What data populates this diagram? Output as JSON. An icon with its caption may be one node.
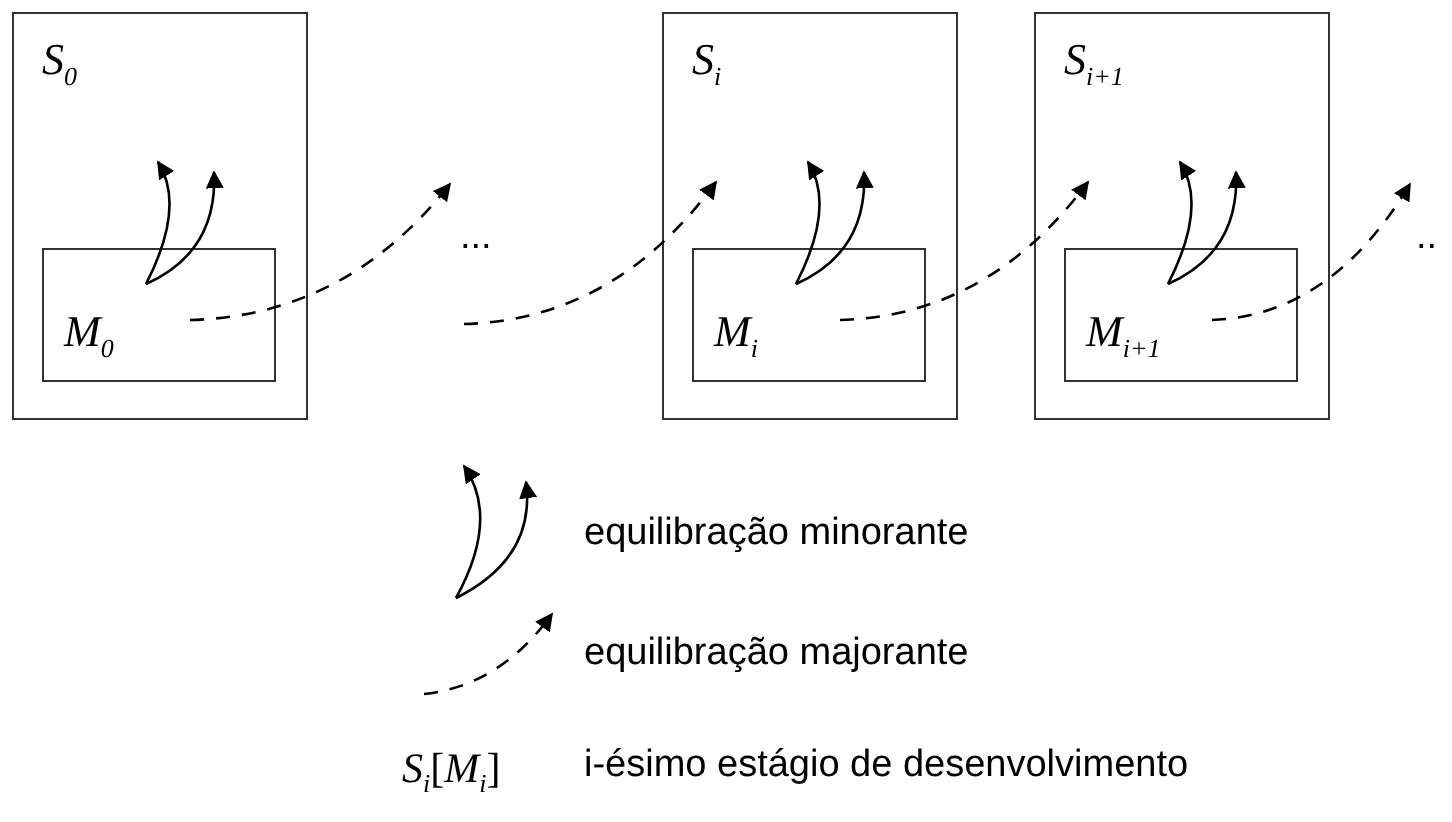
{
  "diagram": {
    "nodes": [
      {
        "text": [
          "*S*$_{0}$"
        ]
      },
      {
        "text": [
          "*M*$_{0}$"
        ],
        "in": 0
      },
      {
        "text": [
          "*S*$_{i}$"
        ]
      },
      {
        "text": [
          "*M*$_{i}$"
        ],
        "in": 2
      },
      {
        "text": [
          "*S*$_{i+1}$"
        ]
      },
      {
        "text": [
          "*M*$_{i+1}$"
        ],
        "in": 4
      }
    ],
    "edges": [
      {
        "from": 1,
        "to": null,
        "arrow": "to"
      },
      {
        "from": 1,
        "to": null,
        "arrow": "to"
      },
      {
        "from": 1,
        "to": null,
        "arrow": "to",
        "style": "dashed"
      },
      {
        "from": null,
        "to": 2,
        "arrow": "to",
        "style": "dashed"
      },
      {
        "from": 3,
        "to": null,
        "arrow": "to"
      },
      {
        "from": 3,
        "to": null,
        "arrow": "to"
      },
      {
        "from": 3,
        "to": 4,
        "arrow": "to",
        "style": "dashed"
      },
      {
        "from": 5,
        "to": null,
        "arrow": "to"
      },
      {
        "from": 5,
        "to": null,
        "arrow": "to"
      },
      {
        "from": 5,
        "to": null,
        "arrow": "to",
        "style": "dashed"
      }
    ],
    "labels": [
      "...",
      "..",
      "*S*$_{i}$[*M*$_{i}$]",
      "i-ésimo estágio de desenvolvimento"
    ],
    "legend": [
      {
        "text": "equilibração minorante"
      },
      {
        "text": "equilibração majorante"
      }
    ]
  }
}
